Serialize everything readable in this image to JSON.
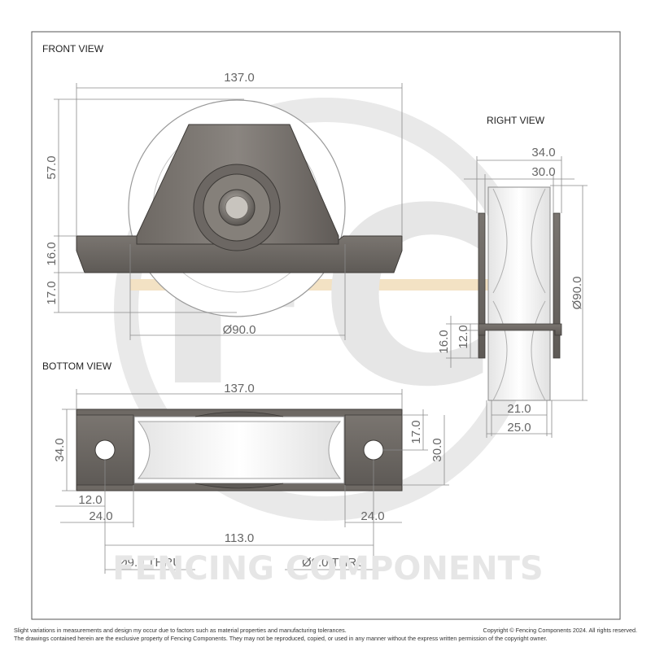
{
  "views": {
    "front": "FRONT VIEW",
    "right": "RIGHT VIEW",
    "bottom": "BOTTOM VIEW"
  },
  "front_dims": {
    "width": "137.0",
    "height": "57.0",
    "plate": "16.0",
    "below": "17.0",
    "wheel_dia": "Ø90.0"
  },
  "right_dims": {
    "outer": "34.0",
    "inner": "30.0",
    "wheel_dia": "Ø90.0",
    "h16": "16.0",
    "h12": "12.0",
    "w21": "21.0",
    "w25": "25.0"
  },
  "bottom_dims": {
    "width": "137.0",
    "height": "34.0",
    "inner_half": "17.0",
    "inner": "30.0",
    "hole_edge": "12.0",
    "left_plate": "24.0",
    "right_plate": "24.0",
    "hole_span": "113.0",
    "hole_left": "Ø9.0 THRU",
    "hole_right": "Ø9.0 THRU"
  },
  "watermark": {
    "logo": "FC",
    "brand": "FENCING COMPONENTS"
  },
  "footer": {
    "note1": "Slight variations in measurements and design my occur due to factors such as material properties and manufacturing tolerances.",
    "note2": "The drawings contained herein are the exclusive property of Fencing Components. They may not be reproduced, copied, or used in any manner without the express written permission of the copyright owner.",
    "copyright": "Copyright © Fencing Components 2024. All rights reserved."
  }
}
